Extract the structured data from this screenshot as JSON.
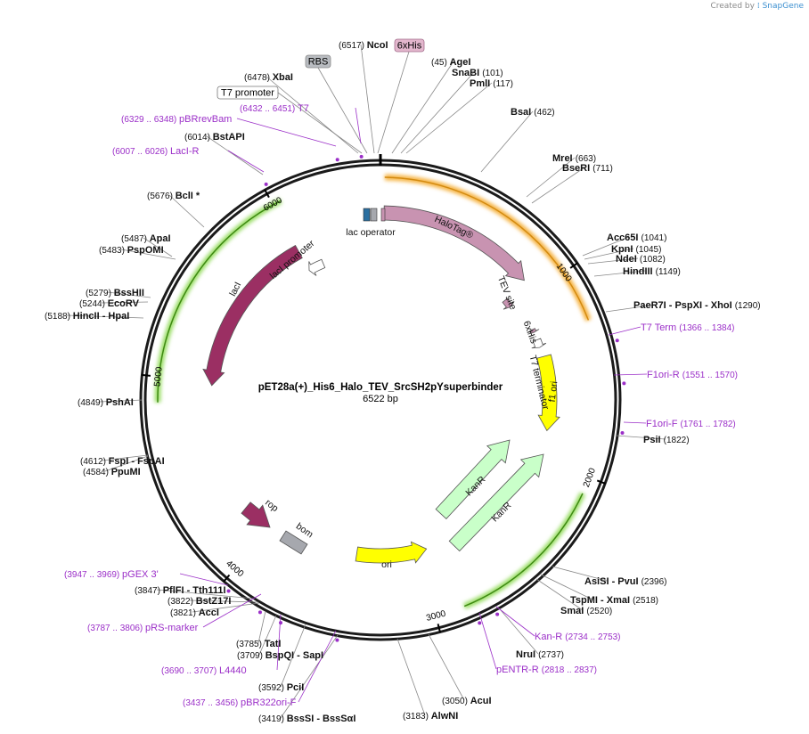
{
  "watermark": {
    "prefix": "Created by",
    "brand": "SnapGene"
  },
  "plasmid": {
    "name": "pET28a(+)_His6_Halo_TEV_SrcSH2pYsuperbinder",
    "size_label": "6522 bp",
    "length": 6522
  },
  "ruler": [
    {
      "bp": 1000,
      "label": "1000"
    },
    {
      "bp": 2000,
      "label": "2000"
    },
    {
      "bp": 3000,
      "label": "3000"
    },
    {
      "bp": 4000,
      "label": "4000"
    },
    {
      "bp": 5000,
      "label": "5000"
    },
    {
      "bp": 6000,
      "label": "6000"
    }
  ],
  "features": [
    {
      "name": "HaloTag®",
      "start": 20,
      "end": 910,
      "dir": 1,
      "color": "#c893b1",
      "label": "HaloTag®"
    },
    {
      "name": "TEV site",
      "start": 930,
      "end": 960,
      "dir": 1,
      "color": "#c893b1",
      "label": "TEV site"
    },
    {
      "name": "6xHis",
      "start": 1180,
      "end": 1200,
      "dir": 1,
      "color": "#c893b1",
      "label": "6xHis"
    },
    {
      "name": "T7 terminator",
      "start": 1250,
      "end": 1300,
      "dir": 1,
      "color": "#ffffff",
      "label": "T7 terminator"
    },
    {
      "name": "f1 ori",
      "start": 1360,
      "end": 1820,
      "dir": 1,
      "color": "#ffff00",
      "label": "f1 ori"
    },
    {
      "name": "KanR",
      "start": 2100,
      "end": 2700,
      "dir": -1,
      "color": "#c9ffc9",
      "label": "KanR"
    },
    {
      "name": "KanR",
      "start": 1850,
      "end": 2600,
      "dir": -1,
      "color": "#c9ffc9",
      "label": "KanR"
    },
    {
      "name": "ori",
      "start": 2950,
      "end": 3420,
      "dir": -1,
      "color": "#ffff00",
      "label": "ori"
    },
    {
      "name": "bom",
      "start": 3640,
      "end": 3720,
      "dir": 0,
      "color": "#a6a8ae",
      "label": "bom"
    },
    {
      "name": "rop",
      "start": 4000,
      "end": 4130,
      "dir": -1,
      "color": "#9b2f63",
      "label": "rop"
    },
    {
      "name": "lacI",
      "start": 4980,
      "end": 6000,
      "dir": -1,
      "color": "#9b2f63",
      "label": "lacI"
    },
    {
      "name": "lacI promoter",
      "start": 6000,
      "end": 6060,
      "dir": -1,
      "color": "#ffffff",
      "label": "lacI promoter"
    },
    {
      "name": "lac operator",
      "start": 6450,
      "end": 6500,
      "dir": 0,
      "color": "#2a6fa0",
      "label": "lac operator"
    }
  ],
  "enzymes": [
    {
      "name": "NcoI",
      "pos": "(6517)",
      "bp": 6517
    },
    {
      "name": "AgeI",
      "pos": "(45)",
      "bp": 45
    },
    {
      "name": "SnaBI",
      "pos": "(101)",
      "bp": 101
    },
    {
      "name": "PmlI",
      "pos": "(117)",
      "bp": 117
    },
    {
      "name": "BsaI",
      "pos": "(462)",
      "bp": 462
    },
    {
      "name": "MreI",
      "pos": "(663)",
      "bp": 663
    },
    {
      "name": "BseRI",
      "pos": "(711)",
      "bp": 711
    },
    {
      "name": "Acc65I",
      "pos": "(1041)",
      "bp": 1041
    },
    {
      "name": "KpnI",
      "pos": "(1045)",
      "bp": 1045
    },
    {
      "name": "NdeI",
      "pos": "(1082)",
      "bp": 1082
    },
    {
      "name": "HindIII",
      "pos": "(1149)",
      "bp": 1149
    },
    {
      "name": "PaeR7I  - PspXI  - XhoI",
      "pos": "(1290)",
      "bp": 1290
    },
    {
      "name": "PsiI",
      "pos": "(1822)",
      "bp": 1822
    },
    {
      "name": "AsiSI  - PvuI",
      "pos": "(2396)",
      "bp": 2396
    },
    {
      "name": "TspMI  - XmaI",
      "pos": "(2518)",
      "bp": 2518
    },
    {
      "name": "SmaI",
      "pos": "(2520)",
      "bp": 2520
    },
    {
      "name": "NruI",
      "pos": "(2737)",
      "bp": 2737
    },
    {
      "name": "AcuI",
      "pos": "(3050)",
      "bp": 3050
    },
    {
      "name": "AlwNI",
      "pos": "(3183)",
      "bp": 3183
    },
    {
      "name": "BssSI  - BssSαI",
      "pos": "(3419)",
      "bp": 3419
    },
    {
      "name": "PciI",
      "pos": "(3592)",
      "bp": 3592
    },
    {
      "name": "BspQI  - SapI",
      "pos": "(3709)",
      "bp": 3709
    },
    {
      "name": "TatI",
      "pos": "(3785)",
      "bp": 3785
    },
    {
      "name": "AccI",
      "pos": "(3821)",
      "bp": 3821
    },
    {
      "name": "BstZ17I",
      "pos": "(3822)",
      "bp": 3822
    },
    {
      "name": "PflFI  - Tth111I",
      "pos": "(3847)",
      "bp": 3847
    },
    {
      "name": "FspI  - FspAI",
      "pos": "(4612)",
      "bp": 4612
    },
    {
      "name": "PpuMI",
      "pos": "(4584)",
      "bp": 4584
    },
    {
      "name": "PshAI",
      "pos": "(4849)",
      "bp": 4849
    },
    {
      "name": "HincII  - HpaI",
      "pos": "(5188)",
      "bp": 5188
    },
    {
      "name": "EcoRV",
      "pos": "(5244)",
      "bp": 5244
    },
    {
      "name": "BssHII",
      "pos": "(5279)",
      "bp": 5279
    },
    {
      "name": "PspOMI",
      "pos": "(5483)",
      "bp": 5483
    },
    {
      "name": "ApaI",
      "pos": "(5487)",
      "bp": 5487
    },
    {
      "name": "BclI *",
      "pos": "(5676)",
      "bp": 5676
    },
    {
      "name": "BstAPI",
      "pos": "(6014)",
      "bp": 6014
    },
    {
      "name": "XbaI",
      "pos": "(6478)",
      "bp": 6478
    }
  ],
  "primers": [
    {
      "name": "T7",
      "pos": "(6432 .. 6451)",
      "bp": 6441
    },
    {
      "name": "pBRrevBam",
      "pos": "(6329 .. 6348)",
      "bp": 6338
    },
    {
      "name": "LacI-R",
      "pos": "(6007 .. 6026)",
      "bp": 6016
    },
    {
      "name": "T7 Term",
      "pos": "(1366 .. 1384)",
      "bp": 1375
    },
    {
      "name": "F1ori-R",
      "pos": "(1551 .. 1570)",
      "bp": 1560
    },
    {
      "name": "F1ori-F",
      "pos": "(1761 .. 1782)",
      "bp": 1771
    },
    {
      "name": "Kan-R",
      "pos": "(2734 .. 2753)",
      "bp": 2743
    },
    {
      "name": "pENTR-R",
      "pos": "(2818 .. 2837)",
      "bp": 2827
    },
    {
      "name": "pBR322ori-F",
      "pos": "(3437 .. 3456)",
      "bp": 3446
    },
    {
      "name": "L4440",
      "pos": "(3690 .. 3707)",
      "bp": 3698
    },
    {
      "name": "pRS-marker",
      "pos": "(3787 .. 3806)",
      "bp": 3796
    },
    {
      "name": "pGEX 3'",
      "pos": "(3947 .. 3969)",
      "bp": 3958
    }
  ],
  "boxed_labels": [
    {
      "name": "RBS",
      "style": "grey"
    },
    {
      "name": "6xHis",
      "style": "pink"
    },
    {
      "name": "T7 promoter",
      "style": "white"
    }
  ]
}
